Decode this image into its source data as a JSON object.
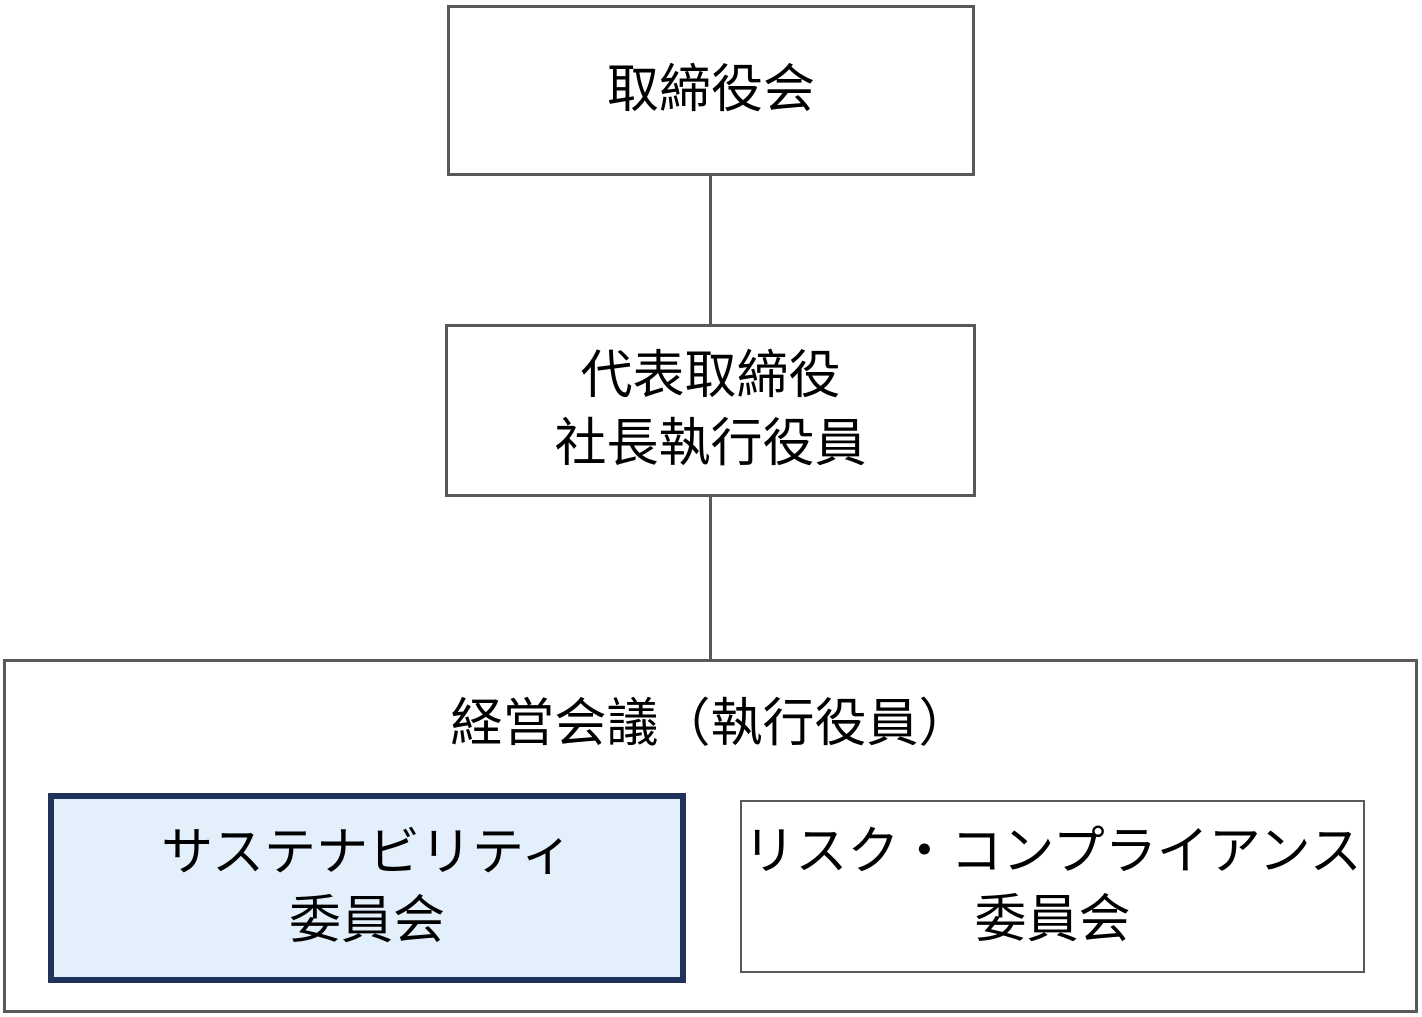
{
  "diagram": {
    "type": "org-chart",
    "nodes": {
      "board": {
        "label": "取締役会"
      },
      "president": {
        "lines": [
          "代表取締役",
          "社長執行役員"
        ]
      },
      "management": {
        "label": "経営会議（執行役員）"
      },
      "sustainability": {
        "lines": [
          "サステナビリティ",
          "委員会"
        ],
        "highlighted": true
      },
      "risk": {
        "lines": [
          "リスク・コンプライアンス",
          "委員会"
        ],
        "highlighted": false
      }
    },
    "connectors": [
      {
        "from": "board",
        "to": "president"
      },
      {
        "from": "president",
        "to": "management"
      }
    ],
    "colors": {
      "background": "#ffffff",
      "box_border": "#595959",
      "connector": "#595959",
      "highlight_border": "#22335b",
      "highlight_fill": "#e3f0fb",
      "text": "#000000"
    }
  }
}
